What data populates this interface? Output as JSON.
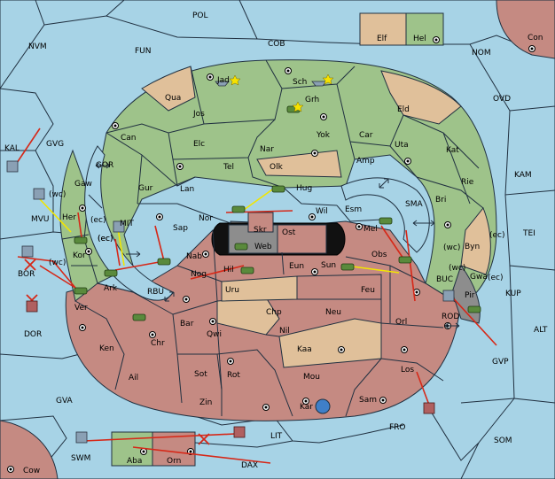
{
  "colors": {
    "sea": "#a7d3e6",
    "green_power": "#9ec38a",
    "red_power": "#c58a82",
    "neutral": "#e0c09a",
    "grey_power": "#8d8d8d",
    "order_move": "#d62818",
    "order_support": "#f2e600"
  },
  "labels": {
    "pol": "POL",
    "nvm": "NVM",
    "fun": "FUN",
    "cob": "COB",
    "nom": "NOM",
    "con": "Con",
    "elf": "Elf",
    "hel": "Hel",
    "ovd": "OVD",
    "kal": "KAL",
    "gvg": "GVG",
    "kam": "KAM",
    "gor": "GOR",
    "mvu": "MVU",
    "mvu_wc": "(wc)",
    "mit": "MIT",
    "mit_ec": "(ec)",
    "bor": "BOR",
    "bor_wc": "(wc)",
    "dor": "DOR",
    "rbu": "RBU",
    "sma": "SMA",
    "tei": "TEI",
    "kup": "KUP",
    "buc": "BUC",
    "rod": "ROD",
    "alt": "ALT",
    "gvp": "GVP",
    "gva": "GVA",
    "fro": "FRO",
    "som": "SOM",
    "lit": "LIT",
    "swm": "SWM",
    "dax": "DAX",
    "cow": "Cow",
    "aba": "Aba",
    "orn": "Orn",
    "jad": "Jad",
    "sch": "Sch",
    "qua": "Qua",
    "jos": "Jos",
    "grh": "Grh",
    "eld": "Eld",
    "can": "Can",
    "yok": "Yok",
    "car": "Car",
    "uta": "Uta",
    "elc": "Elc",
    "nar": "Nar",
    "amp": "Amp",
    "kat": "Kat",
    "tel": "Tel",
    "olk": "Olk",
    "gaw": "Gaw",
    "gur": "Gur",
    "hug": "Hug",
    "rie": "Rie",
    "lan": "Lan",
    "bri": "Bri",
    "wil": "Wil",
    "esm": "Esm",
    "her": "Her",
    "her_ec": "(ec)",
    "nor": "Nor",
    "skr": "Skr",
    "sap": "Sap",
    "web": "Web",
    "ost": "Ost",
    "mel": "Mel",
    "byn": "Byn",
    "byn_wc": "(wc)",
    "byn_ec": "(ec)",
    "kor": "Kor",
    "kor_ec": "(ec)",
    "nab": "Nab",
    "eun": "Eun",
    "obs": "Obs",
    "sun": "Sun",
    "gwa": "Gwa",
    "gwa_ec": "(ec)",
    "gwa_wc": "(wc)",
    "ark": "Ark",
    "nog": "Nog",
    "hil": "Hil",
    "pir": "Pir",
    "uru": "Uru",
    "feu": "Feu",
    "ver": "Ver",
    "chp": "Chp",
    "bar": "Bar",
    "neu": "Neu",
    "orl": "Orl",
    "qwi": "Qwi",
    "nil": "Nil",
    "ken": "Ken",
    "chr": "Chr",
    "kaa": "Kaa",
    "los": "Los",
    "ail": "Ail",
    "sot": "Sot",
    "rot": "Rot",
    "mou": "Mou",
    "zin": "Zin",
    "kar": "Kar",
    "sam": "Sam"
  }
}
